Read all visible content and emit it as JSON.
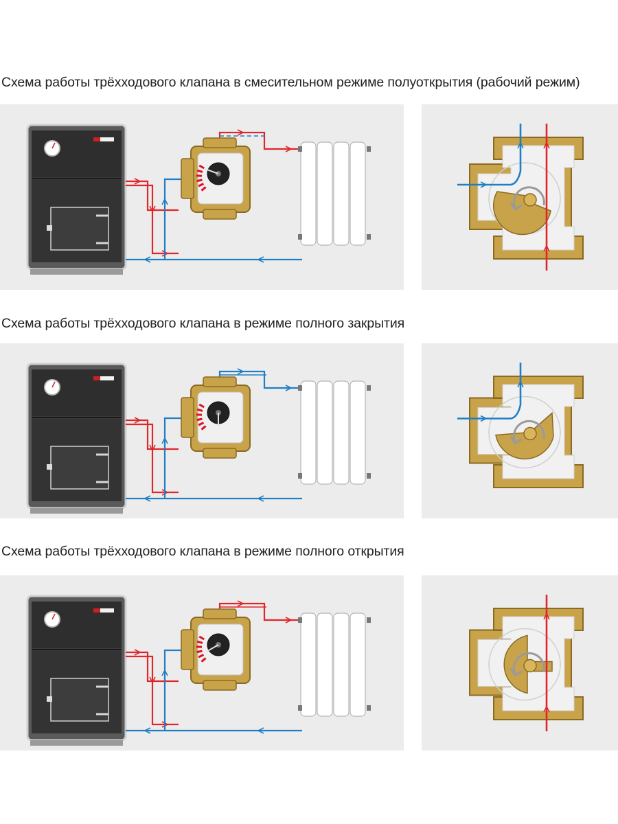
{
  "colors": {
    "hot": "#e0262b",
    "cold": "#1f7ec4",
    "brass": "#c8a34a",
    "brass_dark": "#8a6a23",
    "boiler": "#3a3a3a",
    "panel_bg": "#ececec"
  },
  "sections": [
    {
      "id": "mixing",
      "caption": "Схема работы трёхходового клапана в смесительном режиме полуоткрытия (рабочий режим)",
      "valve_mode": "mixing",
      "supply_color": "mixed",
      "icons": [
        "boiler-icon",
        "pressure-gauge-icon",
        "three-way-valve-icon",
        "radiator-icon",
        "valve-cross-section-icon",
        "rotation-arrow-icon"
      ]
    },
    {
      "id": "closed",
      "caption": "Схема работы трёхходового клапана в режиме полного закрытия",
      "valve_mode": "closed",
      "supply_color": "cold",
      "icons": [
        "boiler-icon",
        "pressure-gauge-icon",
        "three-way-valve-icon",
        "radiator-icon",
        "valve-cross-section-icon",
        "rotation-arrow-icon"
      ]
    },
    {
      "id": "open",
      "caption": "Схема работы трёхходового клапана в режиме полного открытия",
      "valve_mode": "open",
      "supply_color": "hot",
      "icons": [
        "boiler-icon",
        "pressure-gauge-icon",
        "three-way-valve-icon",
        "radiator-icon",
        "valve-cross-section-icon",
        "rotation-arrow-icon"
      ]
    }
  ]
}
